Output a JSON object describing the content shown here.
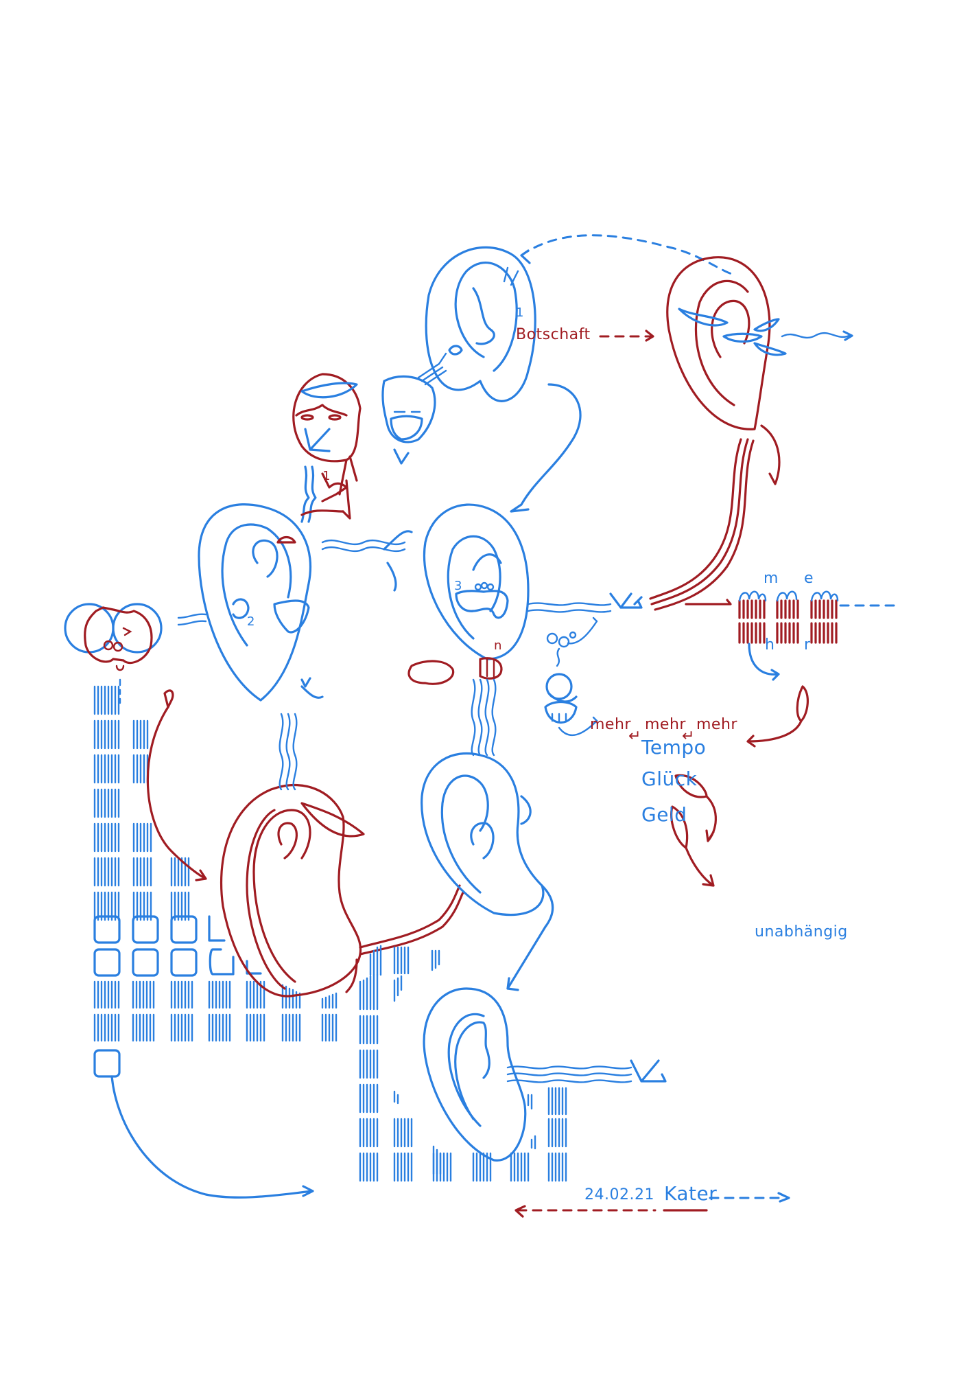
{
  "artwork": {
    "colors": {
      "blue": "#2a7fe0",
      "red": "#a01c22",
      "background": "#ffffff"
    },
    "labels": {
      "botschaft": "Botschaft",
      "mehr_1": "mehr",
      "mehr_2": "mehr",
      "mehr_3": "mehr",
      "tempo": "Tempo",
      "glueck": "Glück",
      "geld": "Geld",
      "unabhaengig": "unabhängig",
      "date": "24.02.21",
      "kater": "Kater",
      "letter_m": "m",
      "letter_e": "e",
      "letter_h": "h",
      "letter_r": "r",
      "number_1_top": "1",
      "number_1_mid": "1",
      "number_2": "2",
      "number_3": "3",
      "letter_n": "n"
    },
    "icons": [
      "ear-icon",
      "face-icon",
      "glasses-icon",
      "head-icon",
      "cat-face-icon",
      "arrow-icon",
      "wave-lines-icon",
      "grid-blocks-icon",
      "leaf-icon"
    ]
  }
}
